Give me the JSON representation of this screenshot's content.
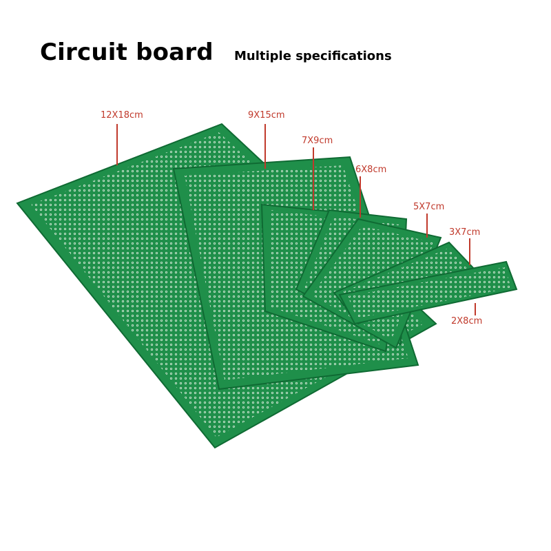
{
  "header": {
    "title": "Circuit board",
    "subtitle": "Multiple specifications"
  },
  "colors": {
    "board_green": "#1f8f4a",
    "board_dark": "#0f6a33",
    "pad_light": "#cfe6d3",
    "label_red": "#c0392b",
    "background": "#ffffff"
  },
  "boards": [
    {
      "size": "12X18cm"
    },
    {
      "size": "9X15cm"
    },
    {
      "size": "7X9cm"
    },
    {
      "size": "6X8cm"
    },
    {
      "size": "5X7cm"
    },
    {
      "size": "3X7cm"
    },
    {
      "size": "2X8cm"
    }
  ]
}
